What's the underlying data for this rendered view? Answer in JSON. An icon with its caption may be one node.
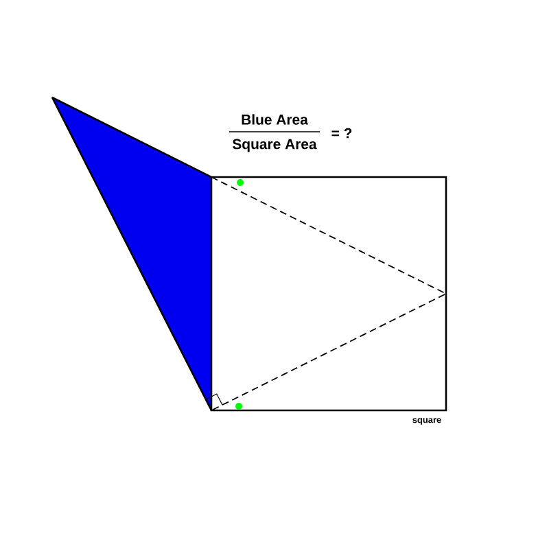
{
  "diagram": {
    "labels": [
      "Blue Area",
      "Square Area",
      "= ?",
      "square"
    ]
  }
}
